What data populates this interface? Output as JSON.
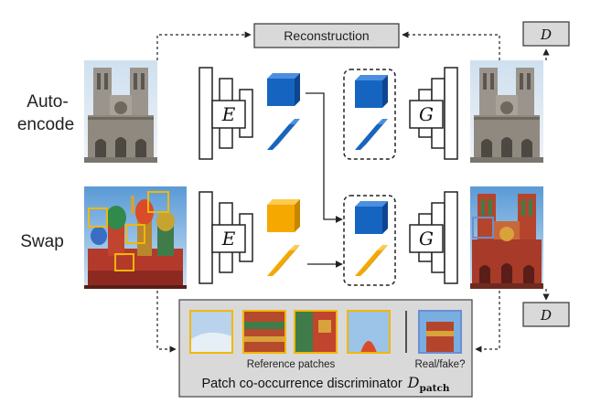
{
  "rows": {
    "autoencode_label_line1": "Auto-",
    "autoencode_label_line2": "encode",
    "swap_label": "Swap"
  },
  "blocks": {
    "reconstruction": "Reconstruction",
    "encoder": "E",
    "generator": "G",
    "discriminator": "D"
  },
  "patch_panel": {
    "reference_label": "Reference patches",
    "realfake_label": "Real/fake?",
    "title_text": "Patch co-occurrence discriminator",
    "title_symbol": "D",
    "title_subscript": "patch"
  },
  "colors": {
    "structure_blue": "#1565c0",
    "texture_yellow": "#f5a800",
    "panel_gray": "#d9d9d9",
    "patch_border_yellow": "#f2b705",
    "patch_border_blue": "#6a8fd0"
  }
}
